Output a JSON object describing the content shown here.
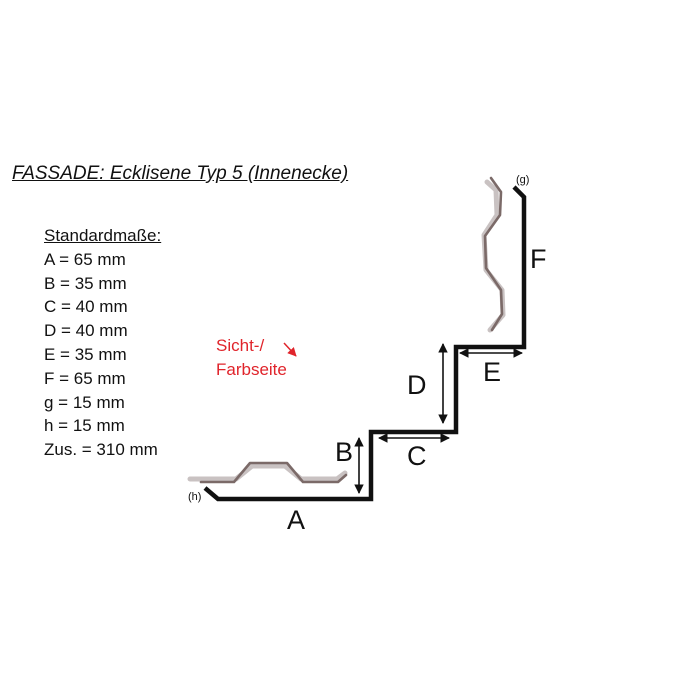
{
  "title": "FASSADE: Ecklisene Typ 5 (Innenecke)",
  "standard_dimensions": {
    "heading": "Standardmaße:",
    "items": [
      "A = 65 mm",
      "B = 35 mm",
      "C = 40 mm",
      "D = 40 mm",
      "E = 35 mm",
      "F = 65 mm",
      "g = 15 mm",
      "h = 15 mm",
      "Zus. = 310 mm"
    ]
  },
  "visible_side_note": {
    "line1": "Sicht-/",
    "line2": "Farbseite"
  },
  "profile_labels": {
    "A": "A",
    "B": "B",
    "C": "C",
    "D": "D",
    "E": "E",
    "F": "F",
    "g": "(g)",
    "h": "(h)"
  },
  "colors": {
    "profile": "#111111",
    "panel": "#7b6a68",
    "panel_shadow": "#c9c2c2",
    "visible_side_label": "#e0242b"
  }
}
